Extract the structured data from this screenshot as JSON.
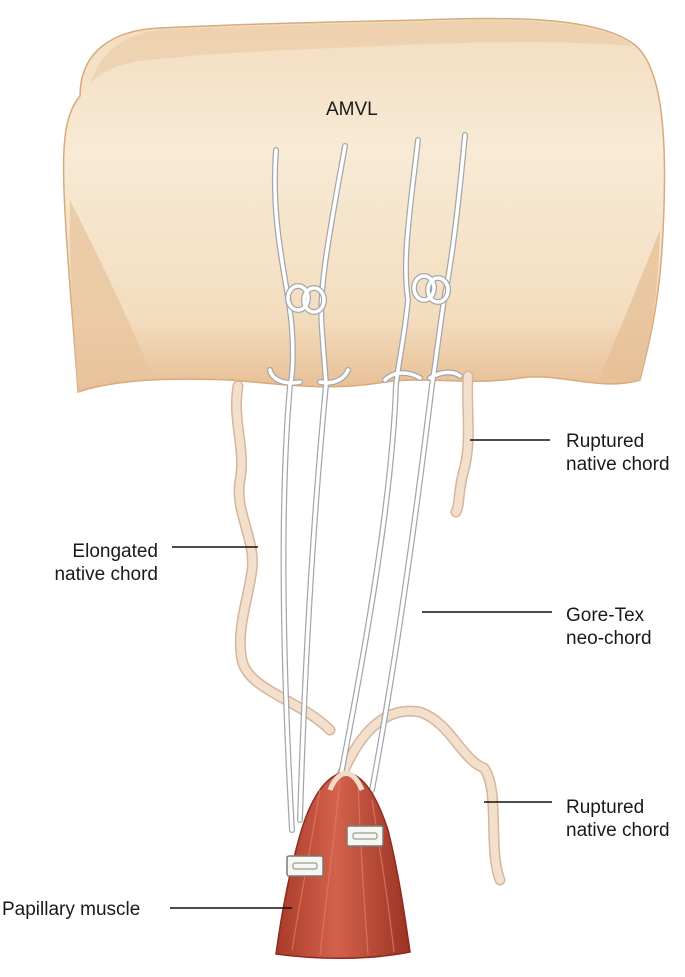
{
  "labels": {
    "leaflet": "AMVL",
    "ruptured_top": [
      "Ruptured",
      "native chord"
    ],
    "elongated": [
      "Elongated",
      "native chord"
    ],
    "goretex": [
      "Gore-Tex",
      "neo-chord"
    ],
    "ruptured_bottom": [
      "Ruptured",
      "native chord"
    ],
    "papillary": "Papillary muscle"
  },
  "colors": {
    "leaflet_fill": "#f6e6cd",
    "leaflet_shadow": "#d9a877",
    "native_chord": "#f1dcc8",
    "native_chord_edge": "#d8b49c",
    "suture": "#ffffff",
    "suture_edge": "#a3a7ab",
    "muscle": "#c8503d",
    "muscle_dark": "#8f2a1e",
    "pledget": "#f6f6f2",
    "leader_line": "#111111",
    "text": "#1a1a1a"
  }
}
